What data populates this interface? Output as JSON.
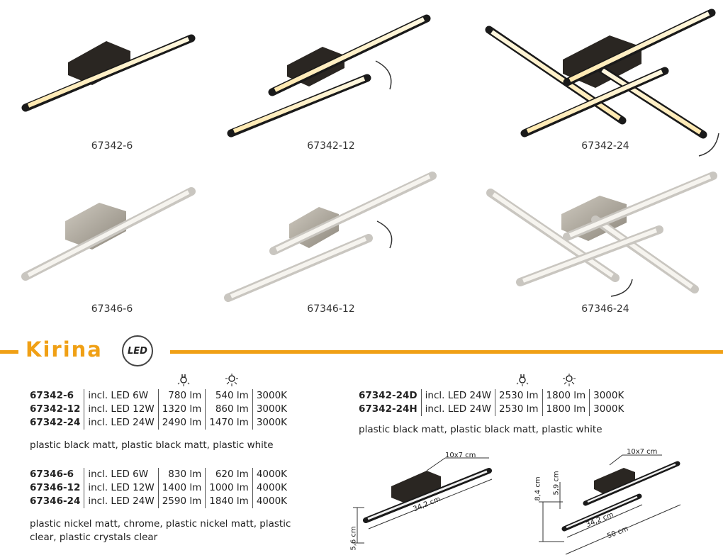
{
  "products_top": [
    {
      "caption": "67342-6"
    },
    {
      "caption": "67342-12"
    },
    {
      "caption": "67342-24"
    },
    {
      "caption": "67346-6"
    },
    {
      "caption": "67346-12"
    },
    {
      "caption": "67346-24"
    }
  ],
  "title": "Kirina",
  "led_badge": "LED",
  "icons": {
    "lamp_left": "plug-bulb-icon",
    "lamp_right": "bulb-light-icon"
  },
  "table_left_a": [
    [
      "67342-6",
      "incl. LED 6W",
      "780 lm",
      "540 lm",
      "3000K"
    ],
    [
      "67342-12",
      "incl. LED 12W",
      "1320 lm",
      "860 lm",
      "3000K"
    ],
    [
      "67342-24",
      "incl. LED 24W",
      "2490 lm",
      "1470 lm",
      "3000K"
    ]
  ],
  "note_left_a": "plastic black matt, plastic black matt, plastic white",
  "table_left_b": [
    [
      "67346-6",
      "incl. LED 6W",
      "830 lm",
      "620 lm",
      "4000K"
    ],
    [
      "67346-12",
      "incl. LED 12W",
      "1400 lm",
      "1000 lm",
      "4000K"
    ],
    [
      "67346-24",
      "incl. LED 24W",
      "2590 lm",
      "1840 lm",
      "4000K"
    ]
  ],
  "note_left_b_1": "plastic nickel matt, chrome, plastic nickel matt, plastic",
  "note_left_b_2": "clear, plastic crystals clear",
  "table_right": [
    [
      "67342-24D",
      "incl. LED 24W",
      "2530 lm",
      "1800 lm",
      "3000K"
    ],
    [
      "67342-24H",
      "incl. LED 24W",
      "2530 lm",
      "1800 lm",
      "3000K"
    ]
  ],
  "note_right": "plastic black matt, plastic black matt, plastic white",
  "dims_left": {
    "box": "10x7 cm",
    "length": "34,2 cm",
    "height": "5,6 cm"
  },
  "dims_right": {
    "box": "10x7 cm",
    "length": "34,2 cm",
    "total": "50 cm",
    "h1": "8,4 cm",
    "h2": "5,9 cm"
  }
}
